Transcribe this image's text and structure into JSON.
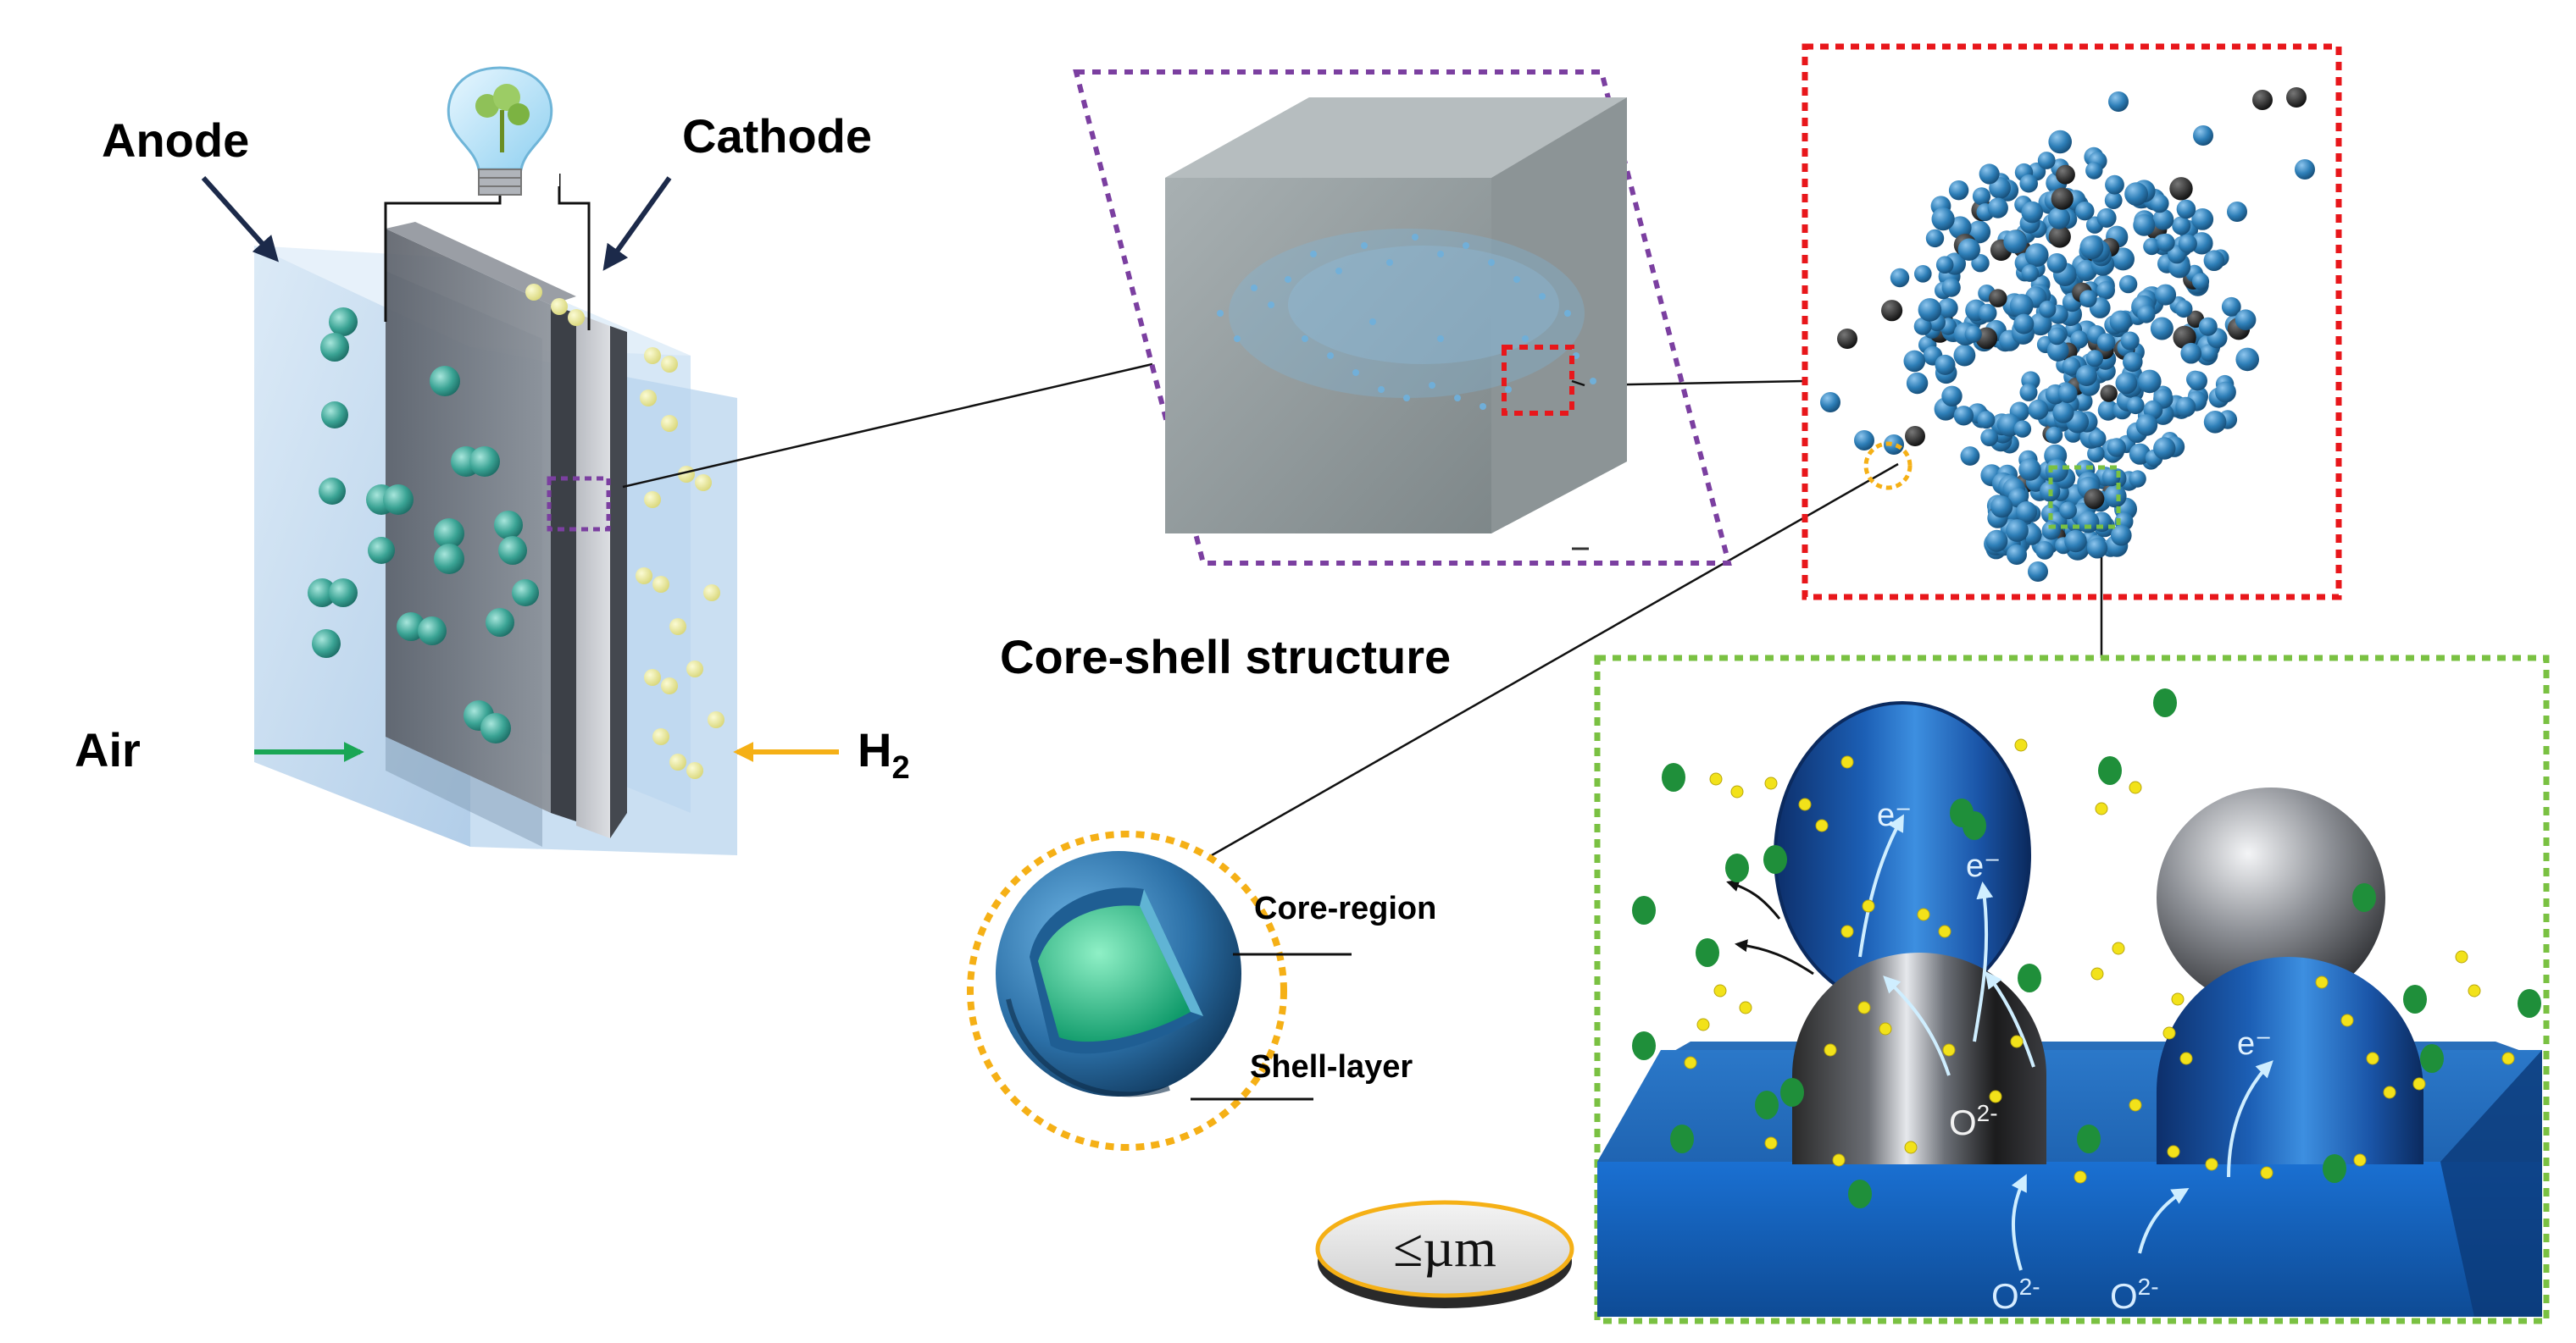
{
  "labels": {
    "anode": "Anode",
    "cathode": "Cathode",
    "air": "Air",
    "h2_main": "H",
    "h2_sub": "2",
    "core_shell_title": "Core-shell structure",
    "core_region": "Core-region",
    "shell_layer": "Shell-layer",
    "size_badge": "≤µm",
    "e_minus_1": "e⁻",
    "e_minus_2": "e⁻",
    "e_minus_3": "e⁻",
    "o2_inner_main": "O",
    "o2_inner_sup": "2-",
    "o2_left_main": "O",
    "o2_left_sup": "2-",
    "o2_right_main": "O",
    "o2_right_sup": "2-"
  },
  "colors": {
    "purple_frame": "#7b3fa0",
    "red_frame": "#e8171b",
    "green_frame": "#7ac142",
    "yellow_frame": "#f5b016",
    "blue_particle": "#2e7fb8",
    "black_particle": "#1a1a1a",
    "substrate_blue": "#1d6fc4",
    "green_arrow": "#1aa655",
    "yellow_arrow": "#f5b016",
    "navy_arrow": "#1c2a4a"
  },
  "icons": [
    "lightbulb-icon",
    "anode-arrow-icon",
    "cathode-arrow-icon",
    "air-arrow-icon",
    "h2-arrow-icon"
  ]
}
